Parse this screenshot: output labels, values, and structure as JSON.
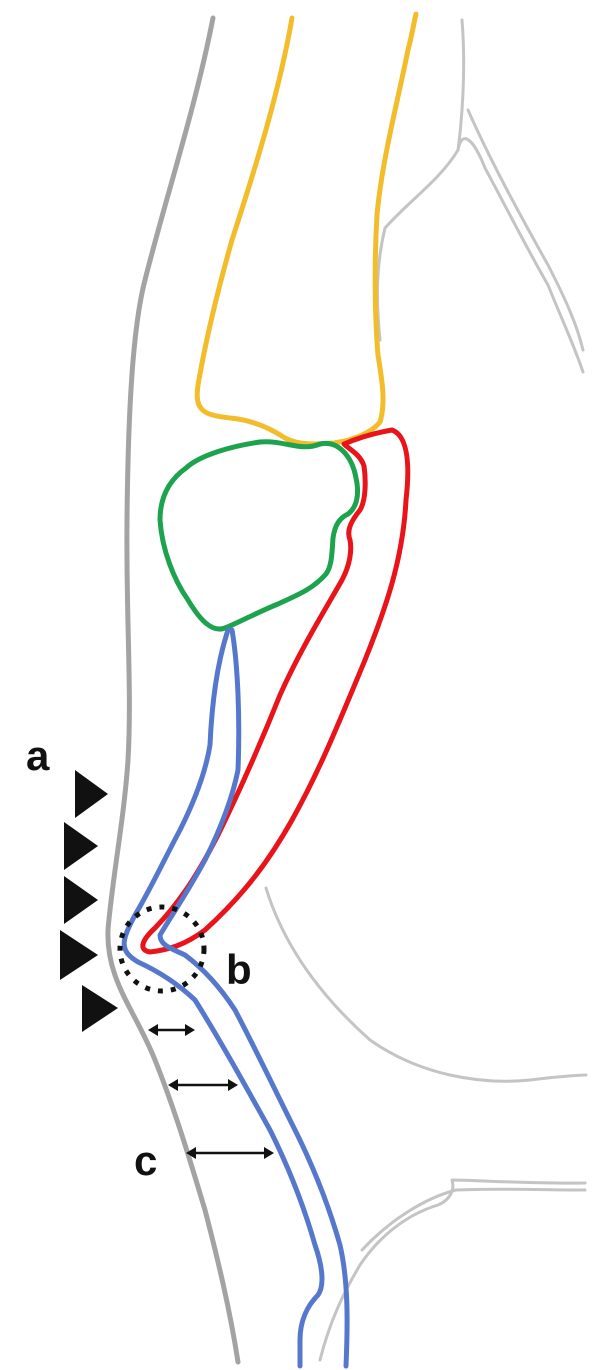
{
  "labels": {
    "a": "a",
    "b": "b",
    "c": "c"
  },
  "colors": {
    "skin": "#a3a3a3",
    "soft_tissue": "#c4c4c4",
    "bone_upper": "#f2bc2b",
    "bone_round": "#1da34d",
    "bone_red": "#e8141a",
    "tendon": "#5678cc",
    "marker": "#111111"
  }
}
